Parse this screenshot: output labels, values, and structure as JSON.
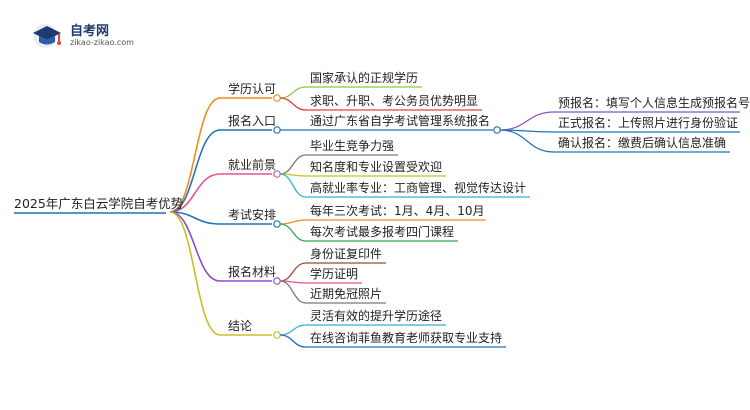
{
  "logo": {
    "name": "自考网",
    "domain": "zikao-zikao.com"
  },
  "mindmap": {
    "root": "2025年广东白云学院自考优势",
    "branches": [
      {
        "label": "学历认可",
        "color": "#f08c1e",
        "children": [
          {
            "label": "国家承认的正规学历",
            "color": "#8cc63f"
          },
          {
            "label": "求职、升职、考公务员优势明显",
            "color": "#e8403a"
          }
        ]
      },
      {
        "label": "报名入口",
        "color": "#1f74b8",
        "children": [
          {
            "label": "通过广东省自学考试管理系统报名",
            "color": "#1f74b8",
            "children": [
              {
                "label": "预报名：填写个人信息生成预报名号",
                "color": "#8a4fc8"
              },
              {
                "label": "正式报名：上传照片进行身份验证",
                "color": "#1f74b8"
              },
              {
                "label": "确认报名：缴费后确认信息准确",
                "color": "#1f74b8"
              }
            ]
          }
        ]
      },
      {
        "label": "就业前景",
        "color": "#e0559c",
        "children": [
          {
            "label": "毕业生竞争力强",
            "color": "#7a7a7a"
          },
          {
            "label": "知名度和专业设置受欢迎",
            "color": "#c9c020"
          },
          {
            "label": "高就业率专业：工商管理、视觉传达设计",
            "color": "#35b5c8"
          }
        ]
      },
      {
        "label": "考试安排",
        "color": "#1f74b8",
        "children": [
          {
            "label": "每年三次考试：1月、4月、10月",
            "color": "#f08c1e"
          },
          {
            "label": "每次考试最多报考四门课程",
            "color": "#2fa84f"
          }
        ]
      },
      {
        "label": "报名材料",
        "color": "#8a4fc8",
        "children": [
          {
            "label": "身份证复印件",
            "color": "#9a4a3a"
          },
          {
            "label": "学历证明",
            "color": "#e0559c"
          },
          {
            "label": "近期免冠照片",
            "color": "#7a7a7a"
          }
        ]
      },
      {
        "label": "结论",
        "color": "#c9c020",
        "children": [
          {
            "label": "灵活有效的提升学历途径",
            "color": "#35b5c8"
          },
          {
            "label": "在线咨询菲鱼教育老师获取专业支持",
            "color": "#1f74b8"
          }
        ]
      }
    ]
  }
}
